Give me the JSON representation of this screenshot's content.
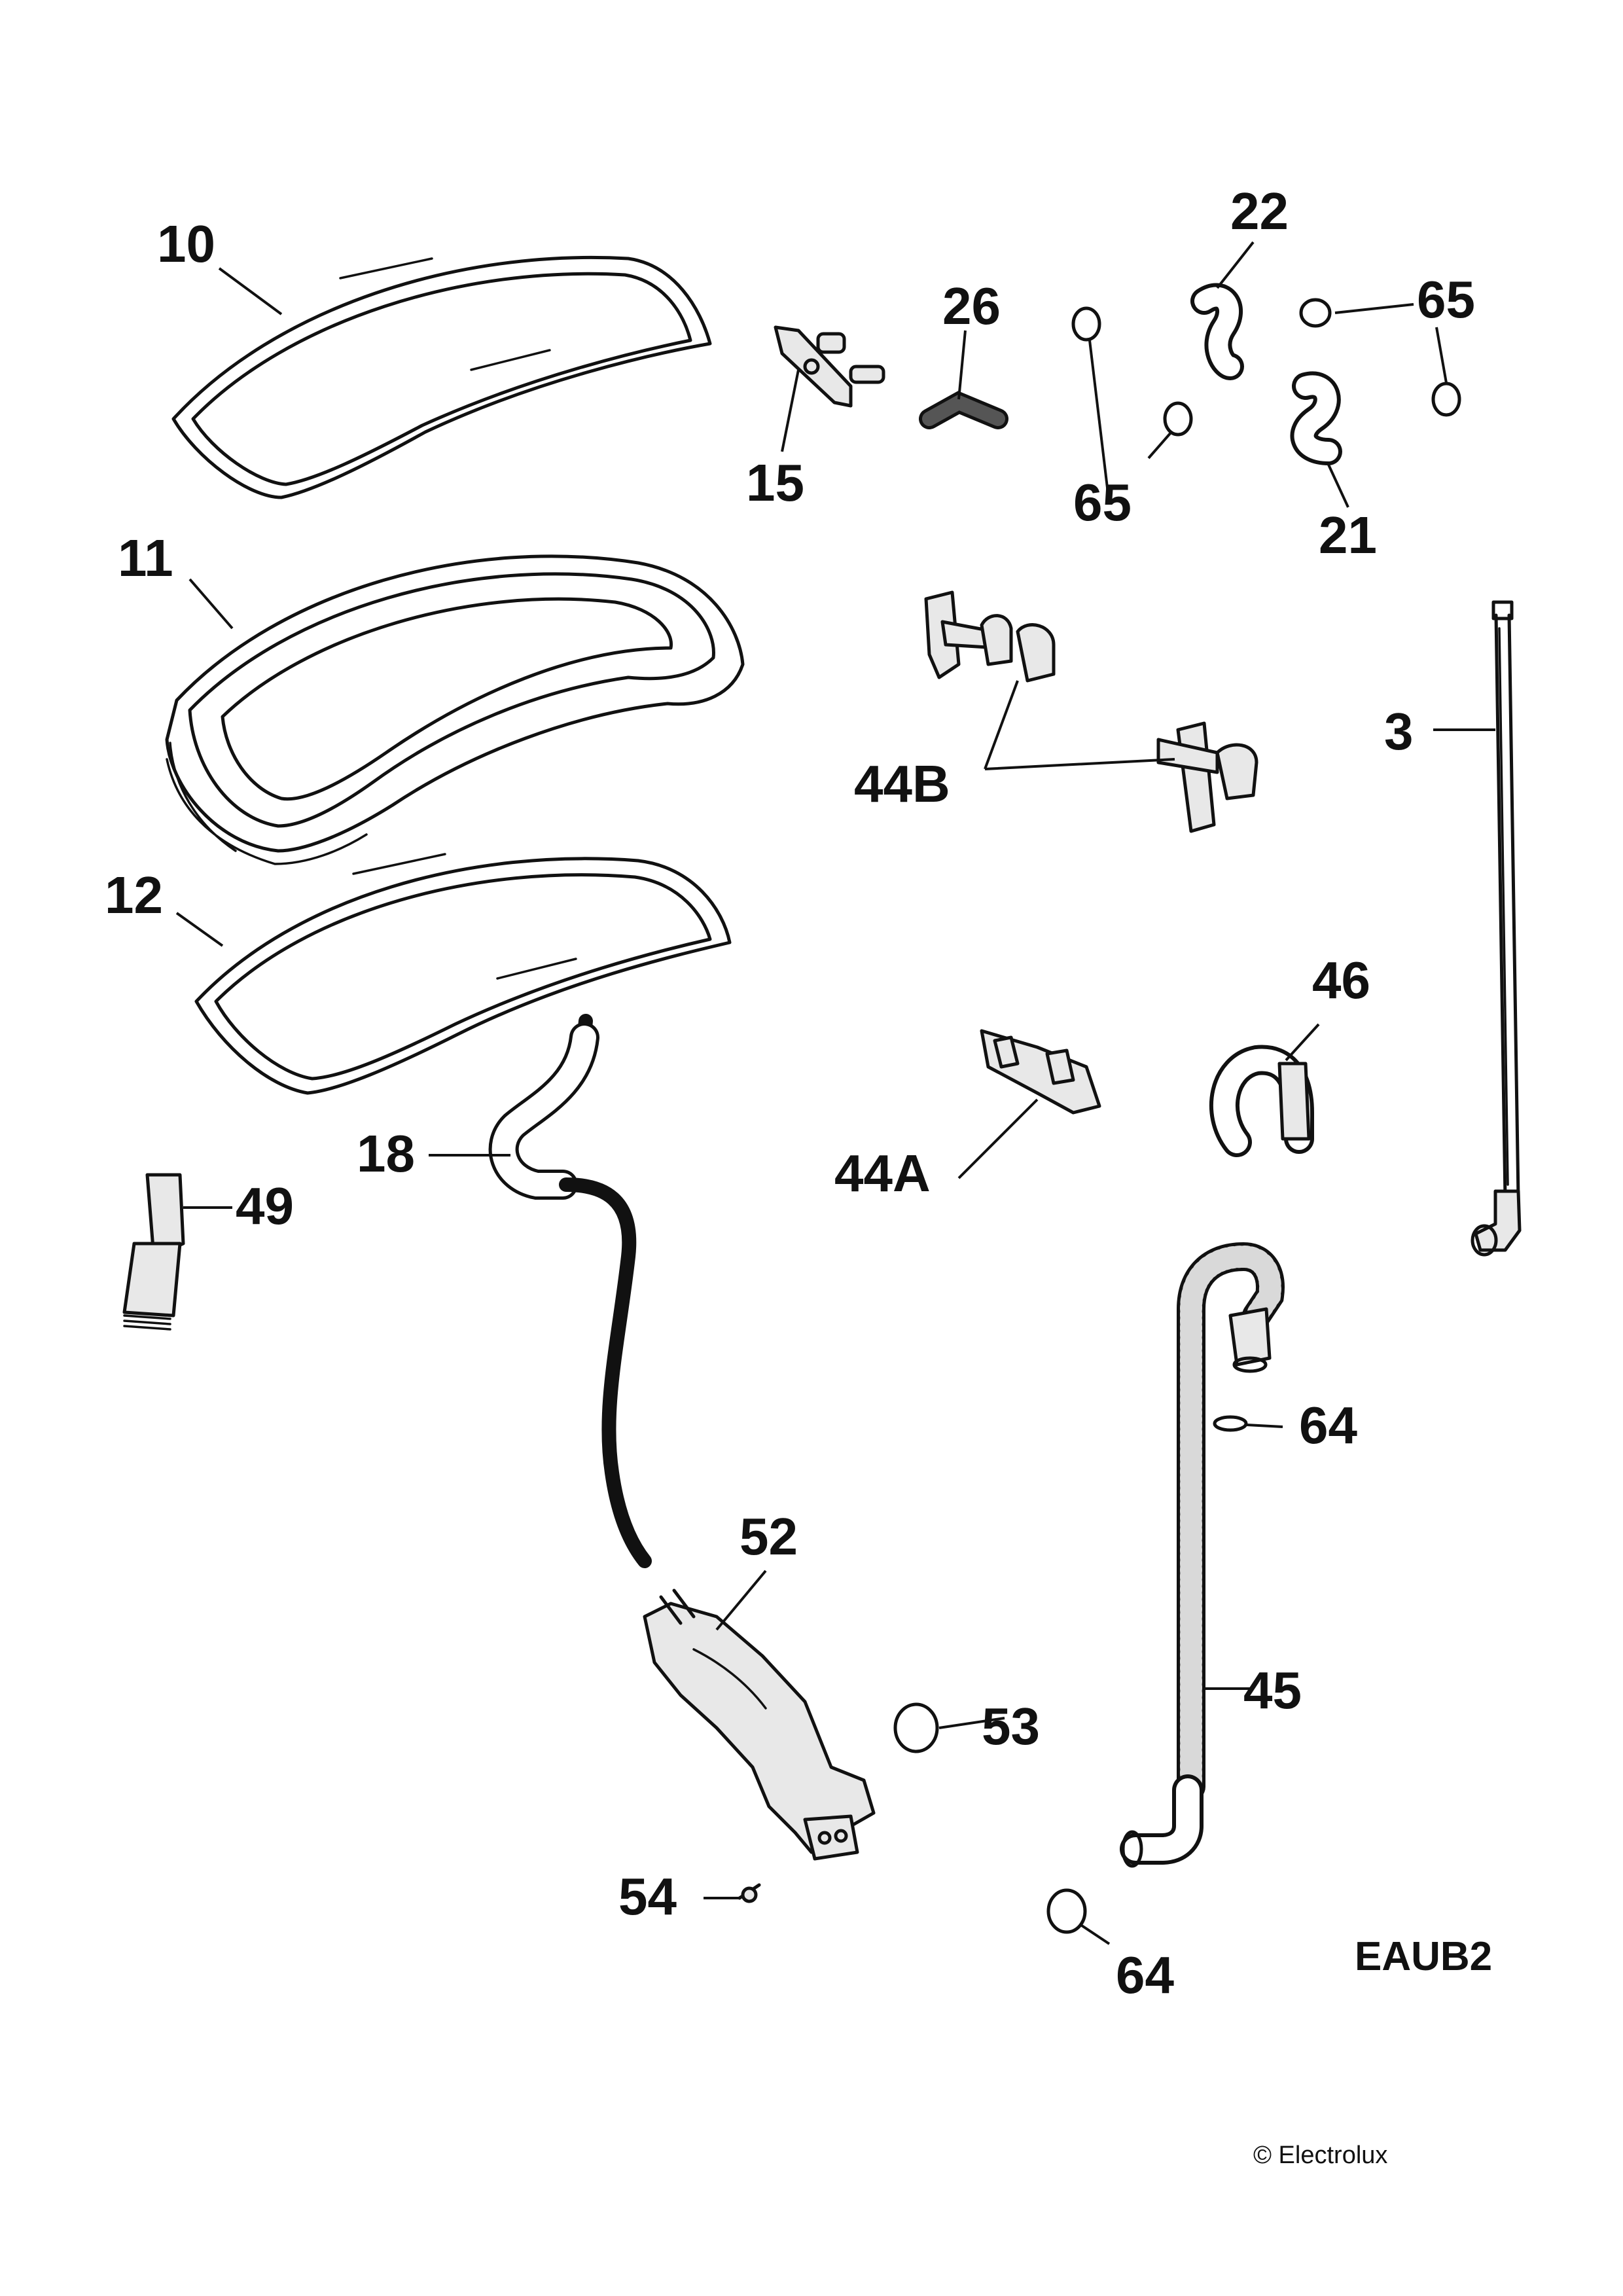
{
  "callouts": {
    "c10": "10",
    "c11": "11",
    "c12": "12",
    "c15": "15",
    "c26": "26",
    "c22": "22",
    "c65_top_right": "65",
    "c65_middle": "65",
    "c21": "21",
    "c3": "3",
    "c44B": "44B",
    "c46": "46",
    "c44A": "44A",
    "c18": "18",
    "c49": "49",
    "c52": "52",
    "c53": "53",
    "c54": "54",
    "c64_upper": "64",
    "c64_lower": "64",
    "c45": "45"
  },
  "diagram_code": "EAUB2",
  "copyright": "© Electrolux"
}
